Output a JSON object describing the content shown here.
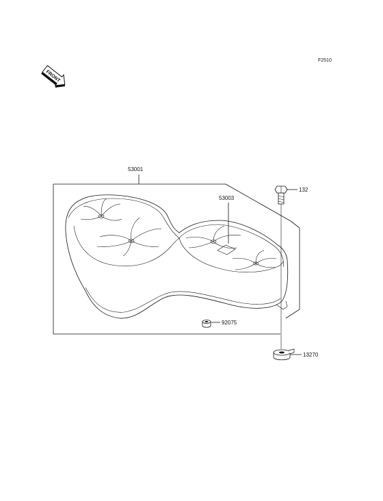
{
  "figure": {
    "code": "F2510",
    "front_badge": "FRONT"
  },
  "parts": {
    "seat": "53001",
    "seat_label": "53003",
    "bolt": "132",
    "damper": "92075",
    "collar": "13270"
  }
}
